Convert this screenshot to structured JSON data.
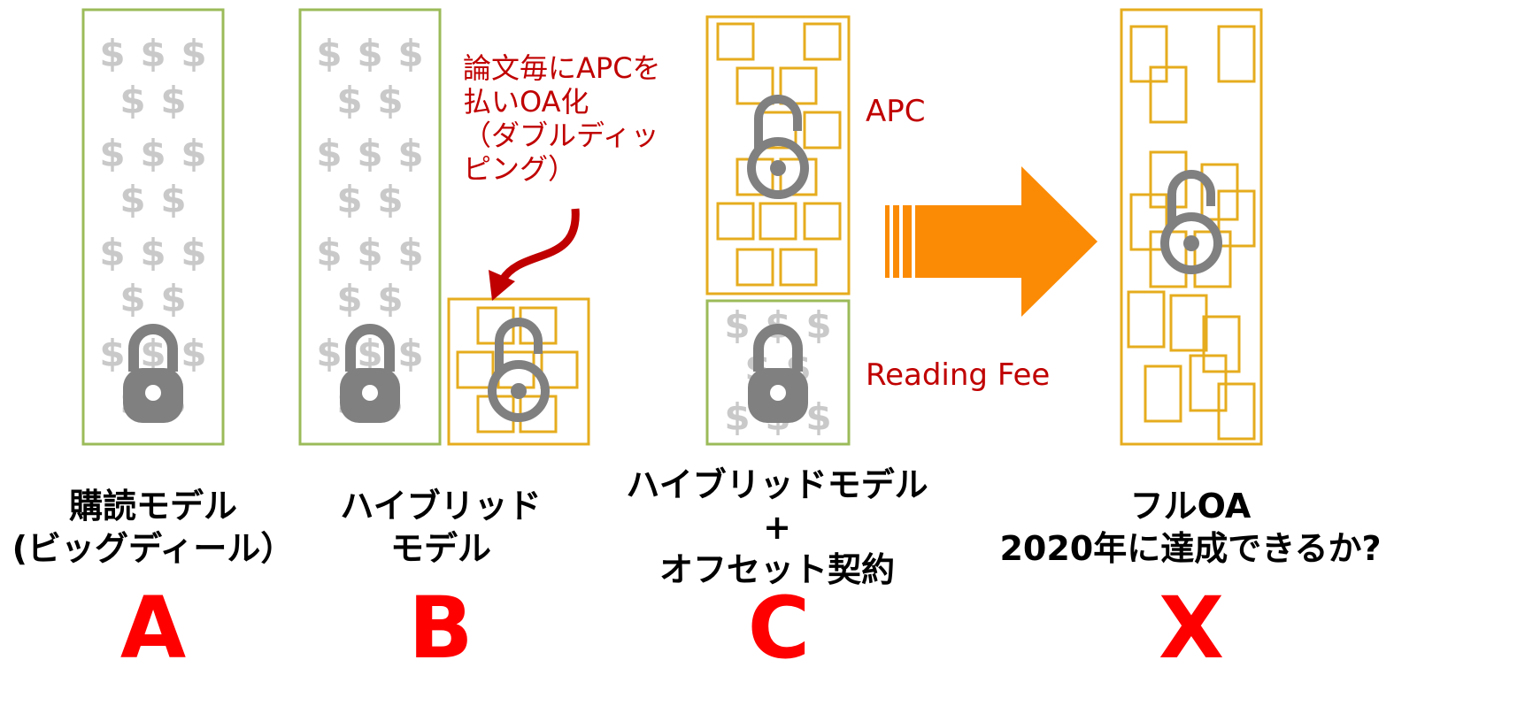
{
  "colors": {
    "green": "#9bbb59",
    "gold": "#e6ac1e",
    "orange": "#fb8b05",
    "red": "#c00000",
    "letter_red": "#ff0000",
    "gray": "#808080",
    "dollar": "#c9c9c9"
  },
  "dollar_symbol": "$",
  "models": [
    {
      "id": "A",
      "letter": "A",
      "name_line1": "購読モデル",
      "name_line2": "(ビッグディール）",
      "name_line3": ""
    },
    {
      "id": "B",
      "letter": "B",
      "name_line1": "ハイブリッド",
      "name_line2": "モデル",
      "name_line3": ""
    },
    {
      "id": "C",
      "letter": "C",
      "name_line1": "ハイブリッドモデル",
      "name_line2": "+",
      "name_line3": "オフセット契約"
    },
    {
      "id": "X",
      "letter": "X",
      "name_line1": "フルOA",
      "name_line2": "2020年に達成できるか?",
      "name_line3": ""
    }
  ],
  "annotation_b": {
    "line1": "論文毎にAPCを",
    "line2": "払いOA化",
    "line3": "（ダブルディッ",
    "line4": "ピング）"
  },
  "label_apc": "APC",
  "label_reading_fee": "Reading Fee",
  "icons": [
    "closed-padlock-icon",
    "open-padlock-icon",
    "dollar-sign-icon",
    "big-arrow-icon",
    "curved-arrow-icon"
  ]
}
